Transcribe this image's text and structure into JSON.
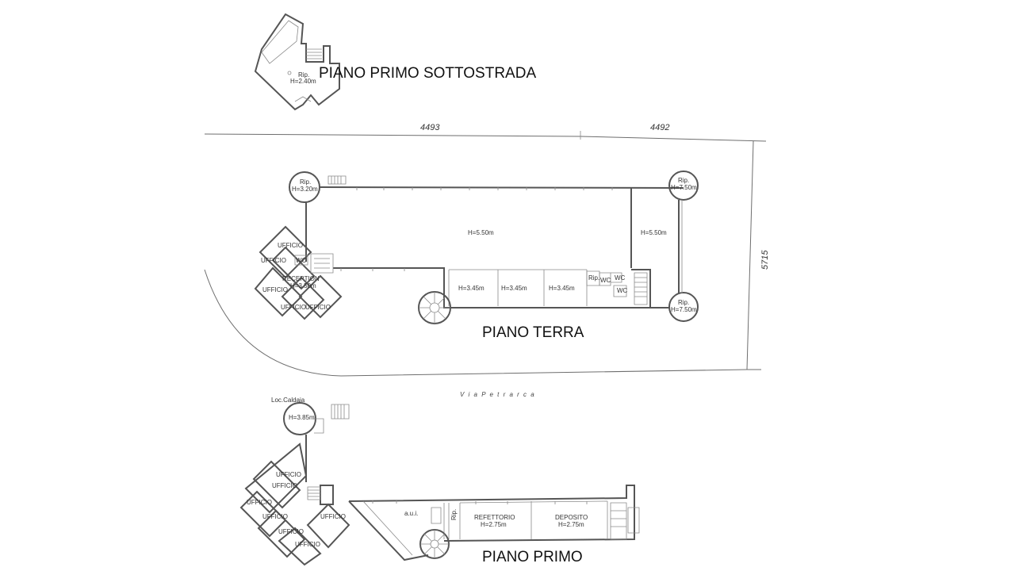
{
  "levels": {
    "basement": "PIANO PRIMO SOTTOSTRADA",
    "ground": "PIANO TERRA",
    "first": "PIANO PRIMO"
  },
  "dimensions": {
    "top_left": "4493",
    "top_right": "4492",
    "right_side": "5715"
  },
  "street": "V i a   P e t r a r c a",
  "rooms": {
    "basement_rip": "Rip.",
    "basement_rip_h": "H=2.40m",
    "gt_rip_left": "Rip.",
    "gt_rip_left_h": "H=3.20m",
    "gt_rip_tr": "Rip.",
    "gt_rip_tr_h": "H=7.50m",
    "gt_rip_br": "Rip.",
    "gt_rip_br_h": "H=7.50m",
    "gt_main_h": "H=5.50m",
    "gt_right_h": "H=5.50m",
    "gt_h1": "H=3.45m",
    "gt_h2": "H=3.45m",
    "gt_h3": "H=3.45m",
    "gt_rip_small": "Rip.",
    "gt_wc1": "WC",
    "gt_wc2": "WC",
    "gt_wc3": "WC",
    "gt_ufficio1": "UFFICIO",
    "gt_ufficio2": "UFFICIO",
    "gt_ufficio3": "UFFICIO",
    "gt_ufficio4": "UFFICIO",
    "gt_ufficio5": "UFFICIO",
    "gt_reception": "RECEPTION",
    "gt_reception_h": "H=3.50m",
    "gt_wc_small": "WC",
    "p1_caldaia": "Loc.Caldaia",
    "p1_caldaia_h": "H=3.85m",
    "p1_ufficio1": "UFFICIO",
    "p1_ufficio2": "UFFICIO",
    "p1_ufficio3": "UFFICIO",
    "p1_ufficio4": "UFFICIO",
    "p1_ufficio5": "UFFICIO",
    "p1_ufficio6": "UFFICIO",
    "p1_aui": "a.u.i.",
    "p1_rip": "Rip.",
    "p1_refettorio": "REFETTORIO",
    "p1_refettorio_h": "H=2.75m",
    "p1_deposito": "DEPOSITO",
    "p1_deposito_h": "H=2.75m"
  }
}
